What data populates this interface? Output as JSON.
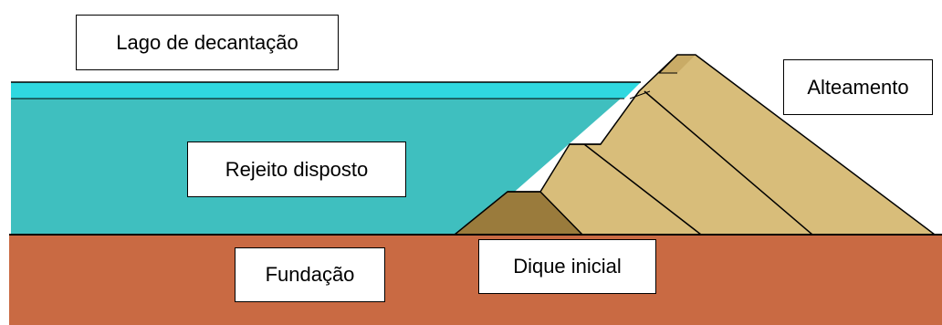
{
  "labels": {
    "lago": "Lago de decantação",
    "alteamento": "Alteamento",
    "rejeito": "Rejeito disposto",
    "fundacao": "Fundação",
    "dique": "Dique inicial"
  },
  "colors": {
    "foundation": "#c96a43",
    "tailings": "#3fbfbf",
    "water": "#2fd8e0",
    "starter_dike": "#9a7b3c",
    "embankment": "#d8bd7a",
    "embankment_top": "#c9ab66",
    "line": "#000000"
  }
}
